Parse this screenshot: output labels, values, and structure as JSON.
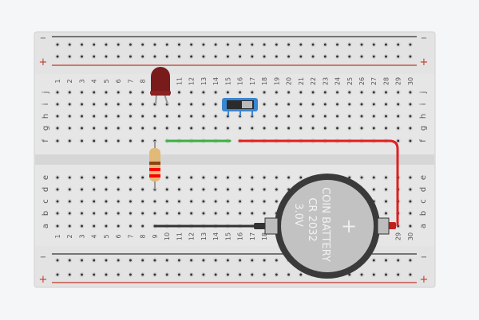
{
  "breadboard": {
    "columns": [
      "1",
      "2",
      "3",
      "4",
      "5",
      "6",
      "7",
      "8",
      "9",
      "10",
      "11",
      "12",
      "13",
      "14",
      "15",
      "16",
      "17",
      "18",
      "19",
      "20",
      "21",
      "22",
      "23",
      "24",
      "25",
      "26",
      "27",
      "28",
      "29",
      "30"
    ],
    "top_rows": [
      "j",
      "i",
      "h",
      "g",
      "f"
    ],
    "bottom_rows": [
      "e",
      "d",
      "c",
      "b",
      "a"
    ],
    "rail_minus": "−",
    "rail_plus": "+",
    "colors": {
      "board": "#e6e6e6",
      "minus_line": "#333333",
      "plus_line": "#c0392b"
    }
  },
  "components": {
    "led": {
      "color": "#7a1b1b"
    },
    "resistor": {
      "bands": [
        "#8b4513",
        "#ff0000",
        "#ff0000"
      ]
    },
    "slide_switch": {
      "outline": "#3a86d0"
    },
    "coin_battery": {
      "line1": "COIN BATTERY",
      "line2": "CR 2032",
      "line3": "3.0V",
      "plus": "+"
    },
    "wires": {
      "green": "#3cb043",
      "red": "#e02020",
      "black": "#333333"
    }
  }
}
